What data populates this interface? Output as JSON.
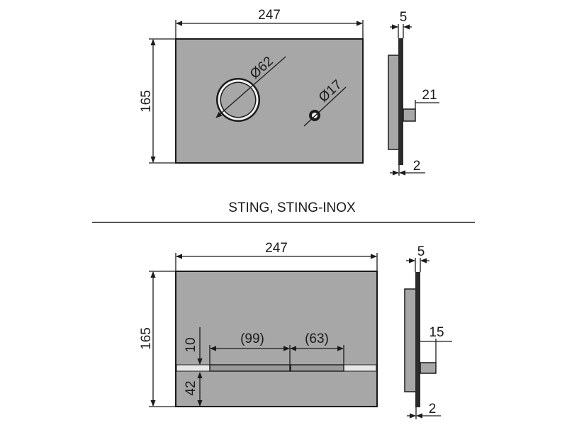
{
  "caption": "STING, STING-INOX",
  "top_view": {
    "width_label": "247",
    "height_label": "165",
    "large_button_diameter": "Ø62",
    "small_button_diameter": "Ø17"
  },
  "top_side": {
    "thickness_label": "5",
    "depth_label": "21",
    "gap_label": "2"
  },
  "bottom_view": {
    "width_label": "247",
    "height_label": "165",
    "strip_height_label": "10",
    "strip_offset_label": "42",
    "button_left_label": "(99)",
    "button_right_label": "(63)"
  },
  "bottom_side": {
    "thickness_label": "5",
    "depth_label": "15",
    "gap_label": "2"
  },
  "colors": {
    "plate": "#a7a7a7",
    "line": "#1a1a1a"
  }
}
